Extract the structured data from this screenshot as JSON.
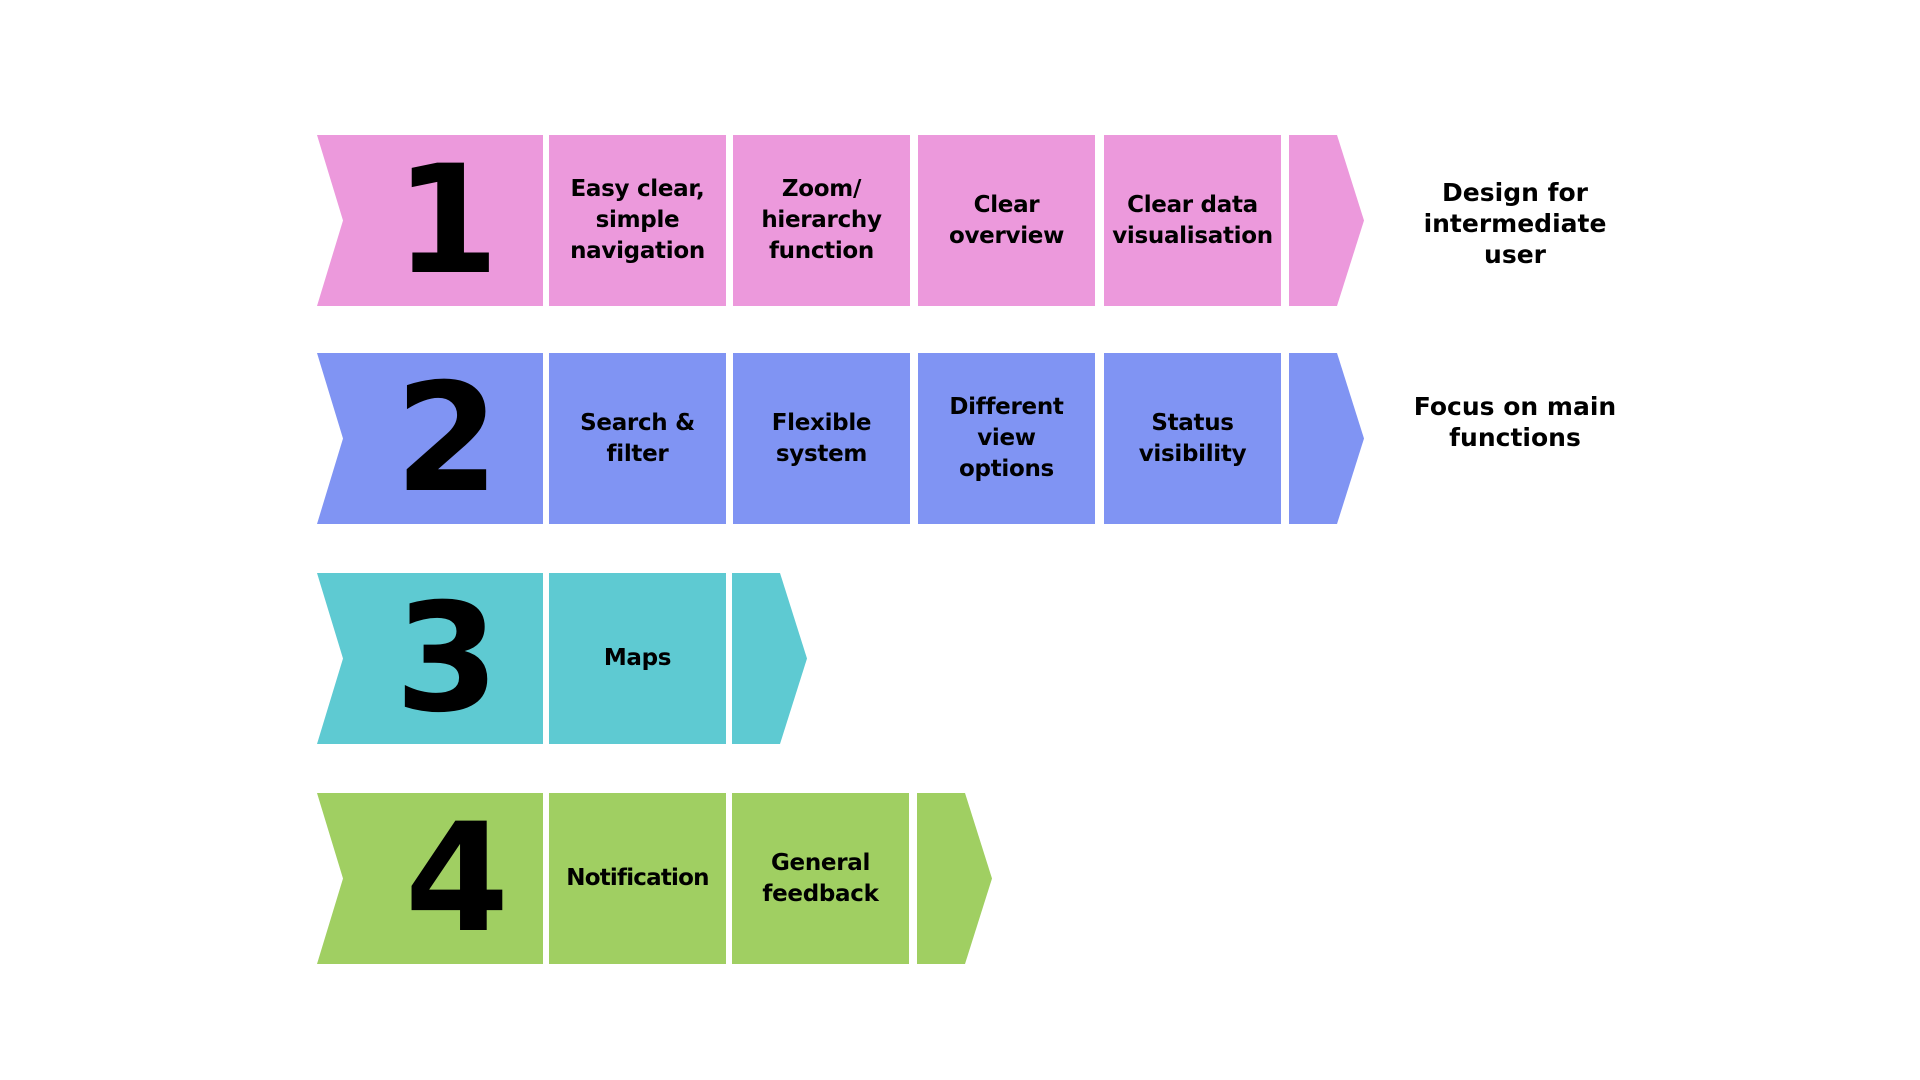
{
  "colors": {
    "row1": "#ec99dc",
    "row2": "#8094f3",
    "row3": "#5ecad2",
    "row4": "#a0cf62"
  },
  "rows": [
    {
      "number": "1",
      "items": [
        "Easy clear, simple navigation",
        "Zoom/ hierarchy function",
        "Clear overview",
        "Clear data visualisation"
      ],
      "side_label": "Design for intermediate user"
    },
    {
      "number": "2",
      "items": [
        "Search & filter",
        "Flexible system",
        "Different view options",
        "Status visibility"
      ],
      "side_label": "Focus on main functions"
    },
    {
      "number": "3",
      "items": [
        "Maps"
      ]
    },
    {
      "number": "4",
      "items": [
        "Notification",
        "General feedback"
      ]
    }
  ]
}
